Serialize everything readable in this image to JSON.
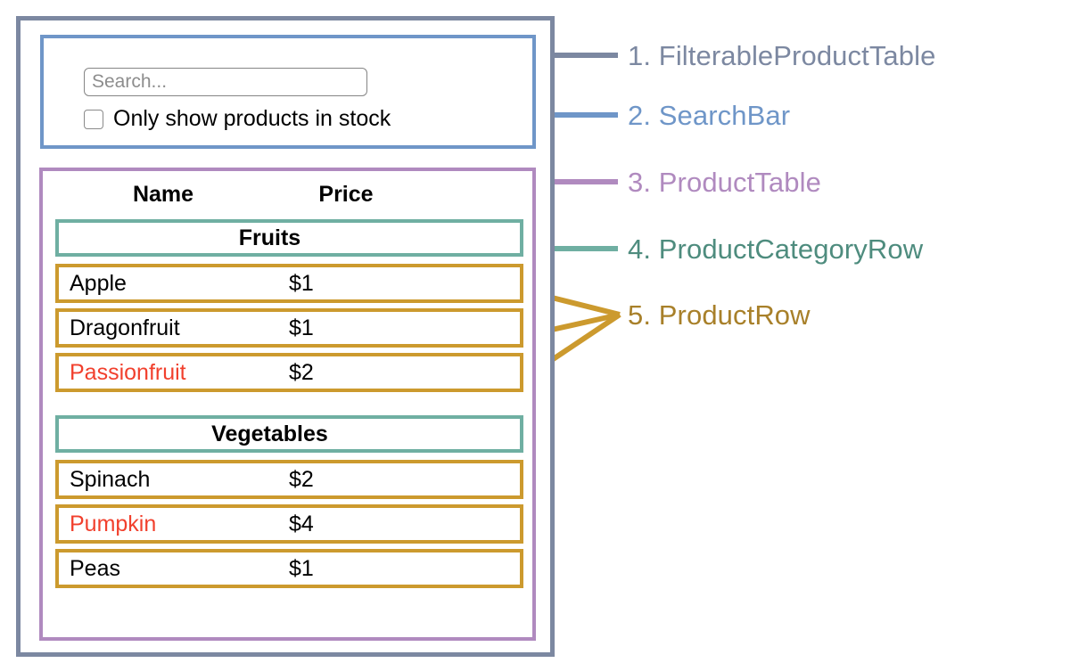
{
  "diagram": {
    "title": "React component hierarchy diagram",
    "colors": {
      "filterable": "#7C88A1",
      "searchbar": "#6F96C8",
      "producttable": "#B08ABF",
      "categoryrow": "#6FAFA2",
      "productrow": "#CC9A2E",
      "out_of_stock_text": "#F1402D",
      "text": "#000000",
      "placeholder": "#8d8d8d"
    }
  },
  "searchbar": {
    "input_value": "",
    "placeholder": "Search...",
    "checkbox_label": "Only show products in stock",
    "checkbox_checked": false
  },
  "product_table": {
    "columns": [
      "Name",
      "Price"
    ],
    "groups": [
      {
        "category": "Fruits",
        "rows": [
          {
            "name": "Apple",
            "price": "$1",
            "in_stock": true
          },
          {
            "name": "Dragonfruit",
            "price": "$1",
            "in_stock": true
          },
          {
            "name": "Passionfruit",
            "price": "$2",
            "in_stock": false
          }
        ]
      },
      {
        "category": "Vegetables",
        "rows": [
          {
            "name": "Spinach",
            "price": "$2",
            "in_stock": true
          },
          {
            "name": "Pumpkin",
            "price": "$4",
            "in_stock": false
          },
          {
            "name": "Peas",
            "price": "$1",
            "in_stock": true
          }
        ]
      }
    ]
  },
  "legend": [
    {
      "number": "1.",
      "label": "FilterableProductTable",
      "color": "#7C88A1"
    },
    {
      "number": "2.",
      "label": "SearchBar",
      "color": "#6F96C8"
    },
    {
      "number": "3.",
      "label": "ProductTable",
      "color": "#B08ABF"
    },
    {
      "number": "4.",
      "label": "ProductCategoryRow",
      "color": "#4E8C7E"
    },
    {
      "number": "5.",
      "label": "ProductRow",
      "color": "#A8802A"
    }
  ]
}
